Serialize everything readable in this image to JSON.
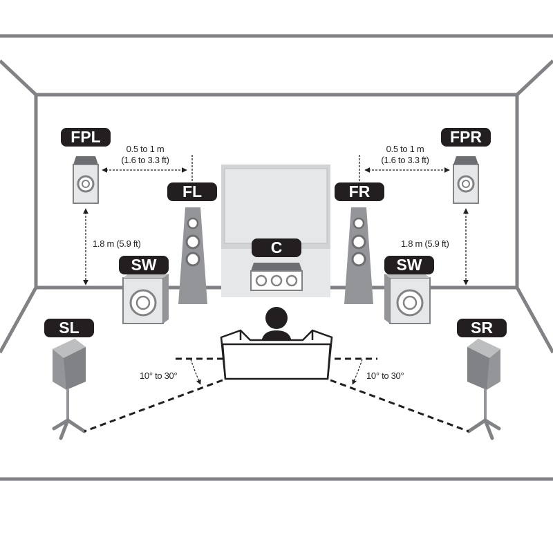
{
  "speakers": {
    "fpl": "FPL",
    "fpr": "FPR",
    "fl": "FL",
    "fr": "FR",
    "c": "C",
    "sw_left": "SW",
    "sw_right": "SW",
    "sl": "SL",
    "sr": "SR"
  },
  "dimensions": {
    "front_presence_distance_left": "0.5 to 1 m",
    "front_presence_distance_left_ft": "(1.6 to 3.3 ft)",
    "front_presence_distance_right": "0.5 to 1 m",
    "front_presence_distance_right_ft": "(1.6 to 3.3 ft)",
    "height_left": "1.8 m (5.9 ft)",
    "height_right": "1.8 m (5.9 ft)",
    "surround_angle_left": "10° to 30°",
    "surround_angle_right": "10° to 30°"
  },
  "colors": {
    "line": "#808285",
    "badge": "#231f20",
    "speaker_body": "#939598",
    "speaker_face": "#e6e7e8",
    "screen": "#d1d3d4",
    "dark": "#231f20"
  }
}
